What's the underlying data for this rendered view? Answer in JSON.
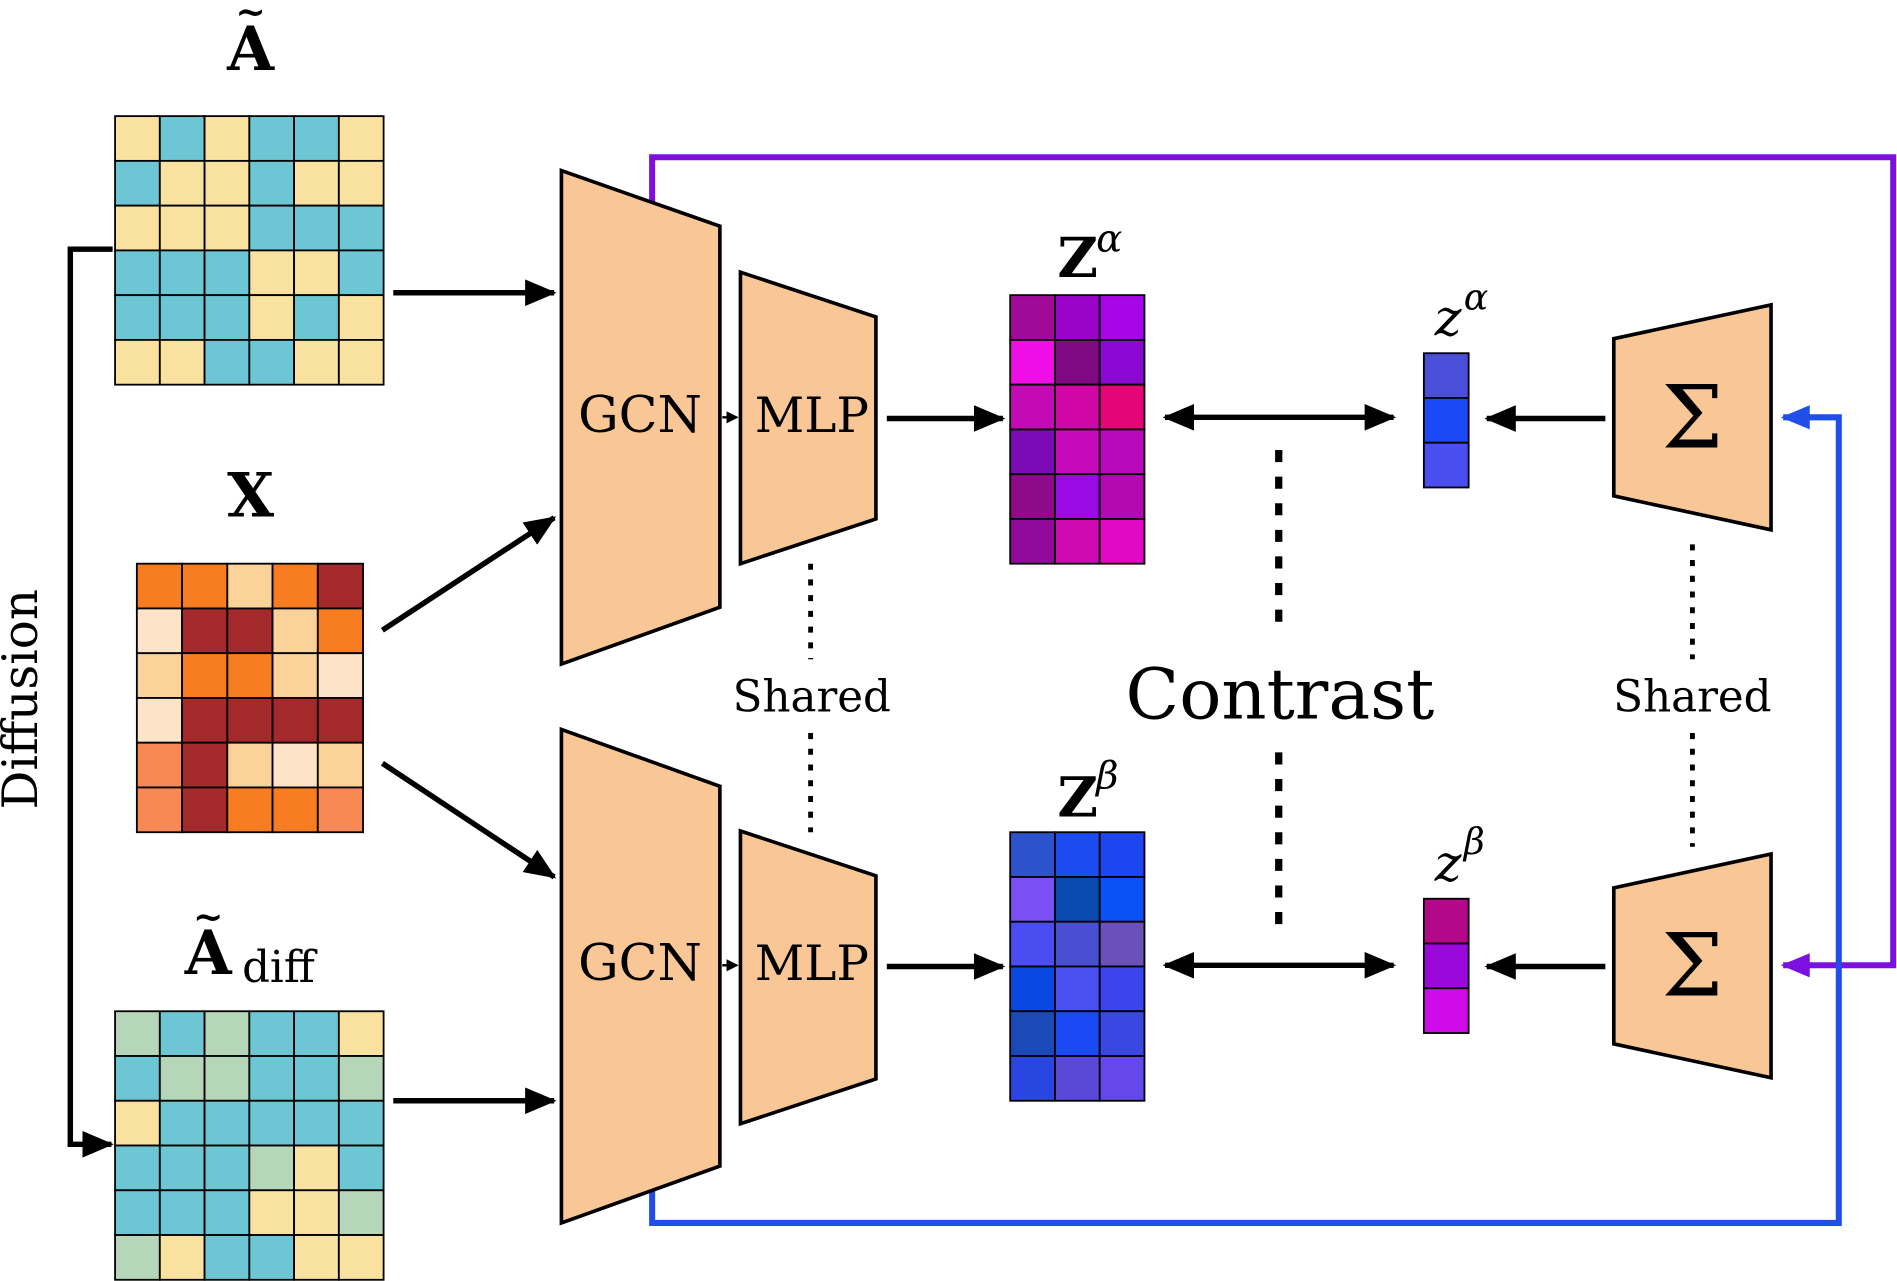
{
  "labels": {
    "a_tilde": "A",
    "x": "X",
    "a_diff_main": "A",
    "a_diff_sub": "diff",
    "diffusion": "Diffusion",
    "gcn_top": "GCN",
    "gcn_bottom": "GCN",
    "mlp_top": "MLP",
    "mlp_bottom": "MLP",
    "shared_left": "Shared",
    "shared_right": "Shared",
    "contrast": "Contrast",
    "z_alpha_main": "Z",
    "z_alpha_sup": "α",
    "z_beta_main": "Z",
    "z_beta_sup": "β",
    "zs_alpha_main": "z",
    "zs_alpha_sup": "α",
    "zs_beta_main": "z",
    "zs_beta_sup": "β",
    "sum_top": "Σ",
    "sum_bottom": "Σ"
  },
  "colors": {
    "block_fill": "#f8c795",
    "adj_yellow": "#f9e19f",
    "adj_teal": "#6dc6d3",
    "adj_green": "#b5d6b8",
    "loop_purple": "#7d10e0",
    "loop_blue": "#1f4fe8"
  },
  "matrices": {
    "a_tilde": [
      [
        "#f9e19f",
        "#6dc6d3",
        "#f9e19f",
        "#6dc6d3",
        "#6dc6d3",
        "#f9e19f"
      ],
      [
        "#6dc6d3",
        "#f9e19f",
        "#f9e19f",
        "#6dc6d3",
        "#f9e19f",
        "#f9e19f"
      ],
      [
        "#f9e19f",
        "#f9e19f",
        "#f9e19f",
        "#6dc6d3",
        "#6dc6d3",
        "#6dc6d3"
      ],
      [
        "#6dc6d3",
        "#6dc6d3",
        "#6dc6d3",
        "#f9e19f",
        "#f9e19f",
        "#6dc6d3"
      ],
      [
        "#6dc6d3",
        "#6dc6d3",
        "#6dc6d3",
        "#f9e19f",
        "#6dc6d3",
        "#f9e19f"
      ],
      [
        "#f9e19f",
        "#f9e19f",
        "#6dc6d3",
        "#6dc6d3",
        "#f9e19f",
        "#f9e19f"
      ]
    ],
    "x": [
      [
        "#f77d20",
        "#f77d20",
        "#fbd39a",
        "#f77d20",
        "#a3292a"
      ],
      [
        "#fde4c8",
        "#a3292a",
        "#a3292a",
        "#fbd39a",
        "#f77d20"
      ],
      [
        "#fbd39a",
        "#f77d20",
        "#f77d20",
        "#fbd39a",
        "#fde4c8"
      ],
      [
        "#fde4c8",
        "#a3292a",
        "#a3292a",
        "#a3292a",
        "#a3292a"
      ],
      [
        "#f98954",
        "#a3292a",
        "#fbd39a",
        "#fde4c8",
        "#fbd39a"
      ],
      [
        "#f98954",
        "#a3292a",
        "#f77d20",
        "#f77d20",
        "#f98954"
      ]
    ],
    "a_diff": [
      [
        "#b5d6b8",
        "#6dc6d3",
        "#b5d6b8",
        "#6dc6d3",
        "#6dc6d3",
        "#f9e19f"
      ],
      [
        "#6dc6d3",
        "#b5d6b8",
        "#b5d6b8",
        "#6dc6d3",
        "#6dc6d3",
        "#b5d6b8"
      ],
      [
        "#f9e19f",
        "#6dc6d3",
        "#6dc6d3",
        "#6dc6d3",
        "#6dc6d3",
        "#6dc6d3"
      ],
      [
        "#6dc6d3",
        "#6dc6d3",
        "#6dc6d3",
        "#b5d6b8",
        "#f9e19f",
        "#6dc6d3"
      ],
      [
        "#6dc6d3",
        "#6dc6d3",
        "#6dc6d3",
        "#f9e19f",
        "#f9e19f",
        "#b5d6b8"
      ],
      [
        "#b5d6b8",
        "#f9e19f",
        "#6dc6d3",
        "#6dc6d3",
        "#f9e19f",
        "#f9e19f"
      ]
    ],
    "z_alpha": [
      [
        "#a10a98",
        "#9a04c8",
        "#a806e8"
      ],
      [
        "#f00ee6",
        "#7f0a82",
        "#8a0ad4"
      ],
      [
        "#c40ab4",
        "#d006a6",
        "#e40676"
      ],
      [
        "#7c0ab4",
        "#c40aba",
        "#b80abc"
      ],
      [
        "#8e0a88",
        "#9a0ae4",
        "#b20ab0"
      ],
      [
        "#920a9c",
        "#d00ab2",
        "#e00ac4"
      ]
    ],
    "z_beta": [
      [
        "#2c52cc",
        "#1a4cf2",
        "#1e46f0"
      ],
      [
        "#7a50f4",
        "#0a4aae",
        "#0a52f6"
      ],
      [
        "#4a4ef0",
        "#4a4ed2",
        "#6a50b8"
      ],
      [
        "#0a48e2",
        "#4850f0",
        "#3c44ee"
      ],
      [
        "#1a4ab8",
        "#1a4af8",
        "#3a48e2"
      ],
      [
        "#2a46e0",
        "#5a48d8",
        "#6448ec"
      ]
    ],
    "zs_alpha": [
      "#4a4ed8",
      "#1a4af8",
      "#4a4ef0"
    ],
    "zs_beta": [
      "#b4088a",
      "#9a08dc",
      "#d00ae8"
    ]
  }
}
